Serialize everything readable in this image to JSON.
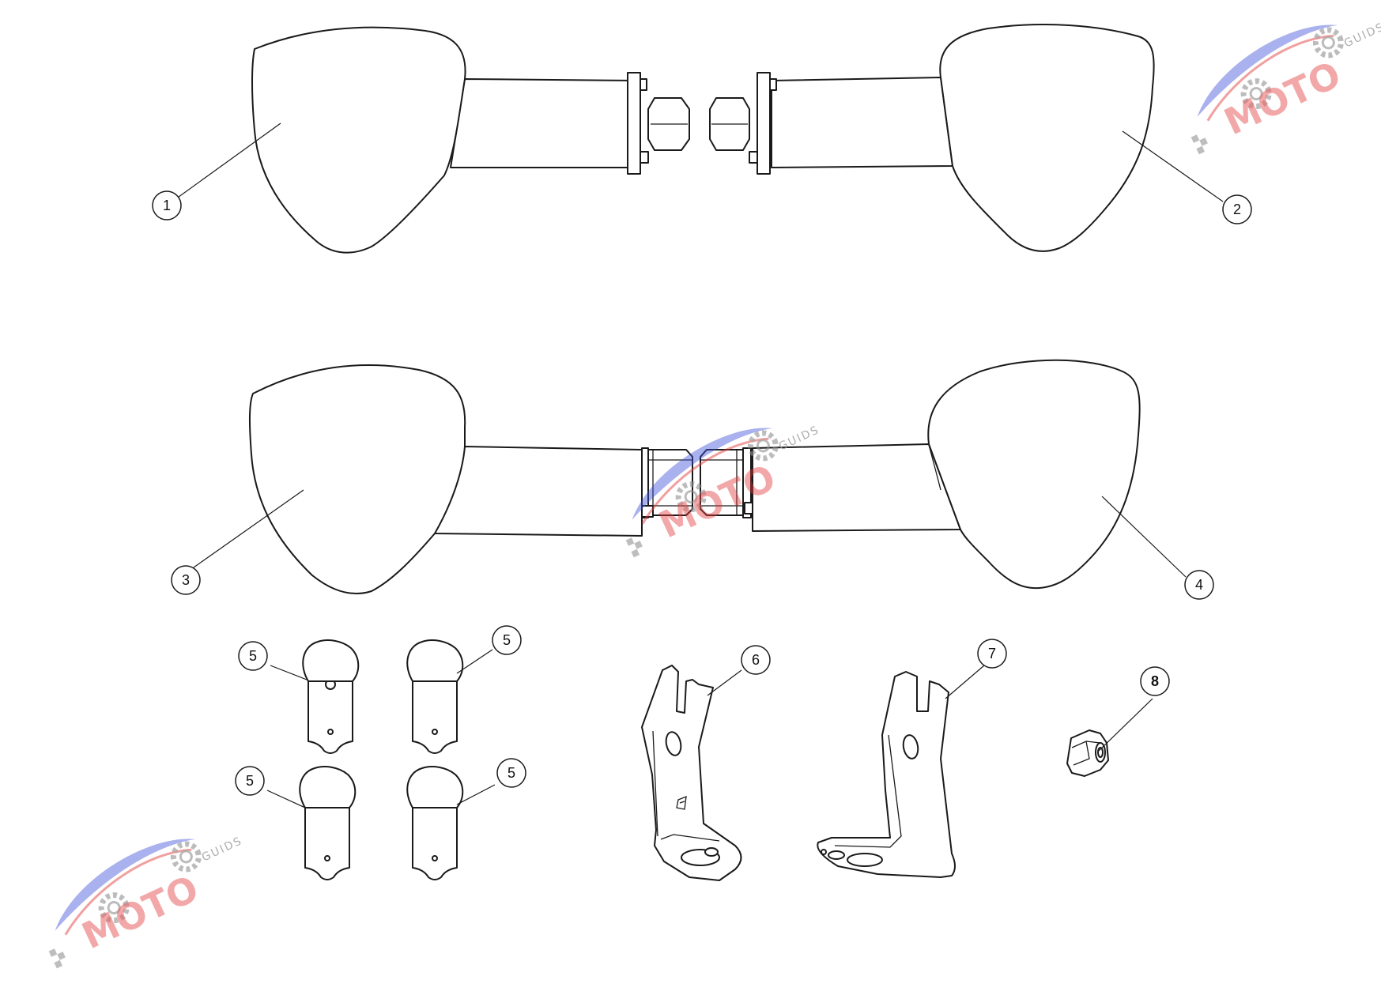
{
  "diagram": {
    "callouts": [
      {
        "id": "c1",
        "label": "1"
      },
      {
        "id": "c2",
        "label": "2"
      },
      {
        "id": "c3",
        "label": "3"
      },
      {
        "id": "c4",
        "label": "4"
      },
      {
        "id": "c5a",
        "label": "5"
      },
      {
        "id": "c5b",
        "label": "5"
      },
      {
        "id": "c5c",
        "label": "5"
      },
      {
        "id": "c5d",
        "label": "5"
      },
      {
        "id": "c6",
        "label": "6"
      },
      {
        "id": "c7",
        "label": "7"
      },
      {
        "id": "c8",
        "label": "8"
      }
    ]
  },
  "watermark": {
    "brand": "MOTO",
    "tagline": "GUIDS",
    "colors": {
      "red": "#e23a3a",
      "blue": "#3d4fd8",
      "gray": "#9a9a9a"
    }
  }
}
